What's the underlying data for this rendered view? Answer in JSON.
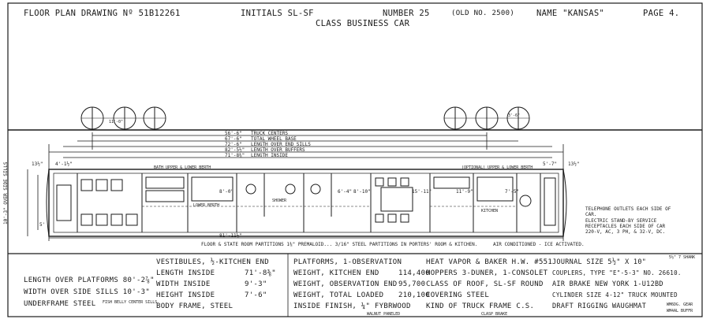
{
  "header": {
    "drawing": "FLOOR PLAN DRAWING Nº 51B12261",
    "initials": "INITIALS SL-SF",
    "number": "NUMBER 25",
    "old_no": "(OLD NO. 2500)",
    "name": "NAME \"KANSAS\"",
    "page": "PAGE 4.",
    "class": "CLASS  BUSINESS CAR"
  },
  "dimensions": {
    "truck_centers": {
      "value": "56'-6\"",
      "label": "TRUCK CENTERS"
    },
    "total_wheel_base": {
      "value": "67'-6\"",
      "label": "TOTAL WHEEL BASE"
    },
    "length_over_end_sills": {
      "value": "72'-6\"",
      "label": "LENGTH OVER END SILLS"
    },
    "length_over_buffers": {
      "value": "82'-5½\"",
      "label": "LENGTH OVER BUFFERS"
    },
    "length_inside": {
      "value": "71'-8⅜\"",
      "label": "LENGTH INSIDE"
    },
    "lower_dim": "81'-11½\"",
    "wheel_base": "11'-0\"",
    "wheel_diam": "3'-6\""
  },
  "plan_labels": {
    "vestibule_left": "4'-1½\"",
    "vestibule_right": "5'-7\"",
    "side_left": "13½\"",
    "side_right": "13½\"",
    "over_side_sills": "10'-3\" OVER SIDE SILLS",
    "lower_berth": "LOWER BERTH",
    "upper_berth_left": "BATH    UPPER & LOWER BERTH",
    "upper_berth_right": "(OPTIONAL)    UPPER & LOWER BERTH",
    "shower": "SHOWER",
    "kitchen": "KITCHEN",
    "dim_8_0": "8'-0\"",
    "dim_6_4": "6'-4\"",
    "dim_8_10": "8'-10\"",
    "dim_15_11": "15'-11\"",
    "dim_11_9": "11'-9\"",
    "dim_7_5": "7'-5\"",
    "dim_5": "5'"
  },
  "notes": {
    "partitions": "FLOOR & STATE ROOM PARTITIONS 1⅜\" PREMALOID... 3/16\" STEEL PARTITIONS IN PORTERS' ROOM & KITCHEN.",
    "air": "AIR CONDITIONED - ICE ACTIVATED.",
    "telephone": [
      "TELEPHONE OUTLETS EACH SIDE OF",
      "CAR."
    ],
    "electric": [
      "ELECTRIC STAND-BY SERVICE",
      "RECEPTACLES EACH SIDE OF CAR",
      "220-V, AC, 3 PH, & 32-V, DC."
    ]
  },
  "specs": {
    "col1": [
      "LENGTH OVER PLATFORMS 80'-2⅞\"",
      "WIDTH OVER SIDE SILLS  10'-3\"",
      "UNDERFRAME STEEL"
    ],
    "col1_note": "FISH BELLY CENTER SILLS",
    "col2": [
      "VESTIBULES, ½-KITCHEN END",
      "LENGTH INSIDE",
      "WIDTH INSIDE",
      "HEIGHT INSIDE",
      "BODY FRAME,   STEEL"
    ],
    "col2_values": [
      "71'-8⅜\"",
      "9'-3\"",
      "7'-6\""
    ],
    "col3": [
      "PLATFORMS, 1-OBSERVATION",
      "WEIGHT, KITCHEN END",
      "WEIGHT, OBSERVATION END",
      "WEIGHT, TOTAL LOADED",
      "INSIDE FINISH,  ¼\" FYBRWOOD"
    ],
    "col3_values": [
      "114,400",
      "95,700",
      "210,100"
    ],
    "col3_note": "WALNUT PANELED",
    "col4": [
      "HEAT VAPOR & BAKER H.W. #551",
      "HOPPERS 3-DUNER, 1-CONSOLET",
      "CLASS OF ROOF, SL-SF ROUND",
      "COVERING   STEEL",
      "KIND OF TRUCK FRAME C.S."
    ],
    "col4_note": "CLASP BRAKE",
    "col5": [
      "JOURNAL SIZE   5½\" X 10\"",
      "COUPLERS, TYPE \"E\"-5-3\"  NO. 26610.",
      "AIR BRAKE   NEW YORK  1-U12BD",
      "CYLINDER SIZE 4-12\"  TRUCK MOUNTED",
      "DRAFT RIGGING WAUGHMAT"
    ],
    "col5_notes": [
      "5½\" 7 SHANK",
      "WM6DG. GEAR",
      "WM4AL BUFFR"
    ]
  }
}
